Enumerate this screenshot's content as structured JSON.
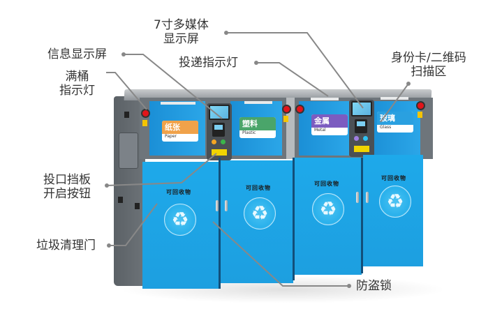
{
  "callouts": {
    "multimedia_screen": {
      "line1": "7寸多媒体",
      "line2": "显示屏"
    },
    "info_screen": {
      "text": "信息显示屏"
    },
    "drop_indicator": {
      "text": "投递指示灯"
    },
    "full_indicator": {
      "line1": "满桶",
      "line2": "指示灯"
    },
    "id_scan_area": {
      "line1": "身份卡/二维码",
      "line2": "扫描区"
    },
    "flap_button": {
      "line1": "投口挡板",
      "line2": "开启按钮"
    },
    "cleaning_door": {
      "text": "垃圾清理门"
    },
    "anti_theft_lock": {
      "text": "防盗锁"
    }
  },
  "bins": [
    {
      "label_cn": "纸张",
      "label_en": "Paper",
      "color": "#f0a24a",
      "icon": "paper-icon"
    },
    {
      "label_cn": "塑料",
      "label_en": "Plastic",
      "color": "#4aa56a",
      "icon": "bottle-icon"
    },
    {
      "label_cn": "金属",
      "label_en": "Metal",
      "color": "#7c5cc0",
      "icon": "can-icon"
    },
    {
      "label_cn": "玻璃",
      "label_en": "Glass",
      "color": "#2aa0e0",
      "icon": "glass-icon"
    }
  ],
  "doors": [
    {
      "sign": "可回收物",
      "icon": "recycle-icon"
    },
    {
      "sign": "可回收物",
      "icon": "recycle-icon"
    },
    {
      "sign": "可回收物",
      "icon": "recycle-icon"
    },
    {
      "sign": "可回收物",
      "icon": "recycle-icon"
    }
  ],
  "icons": {
    "recycle": "♻"
  },
  "colors": {
    "body_blue": "#1ea9ea",
    "frame_gray": "#6e757b",
    "indicator_red": "#e2141a",
    "leader_gray": "#888888"
  }
}
